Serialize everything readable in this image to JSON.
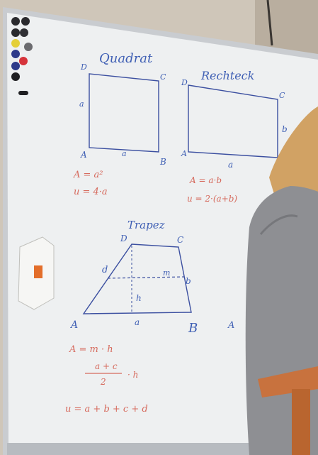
{
  "board": {
    "square": {
      "title": "Quadrat",
      "corner_tl": "D",
      "corner_tr": "C",
      "corner_bl": "A",
      "corner_br": "B",
      "side_left": "a",
      "side_bottom": "a",
      "formula_area": "A = a²",
      "formula_perimeter": "u = 4·a"
    },
    "rectangle": {
      "title": "Rechteck",
      "corner_tl": "D",
      "corner_tr": "C",
      "corner_bl": "A",
      "side_right": "b",
      "side_bottom": "a",
      "formula_area": "A = a·b",
      "formula_perimeter": "u = 2·(a+b)"
    },
    "trapezoid": {
      "title": "Trapez",
      "corner_tl": "D",
      "corner_tr": "C",
      "corner_bl": "A",
      "corner_br": "B",
      "side_bottom": "a",
      "side_left": "d",
      "side_right": "b",
      "midline": "m",
      "height": "h",
      "formula_area": "A = m · h",
      "formula_fraction_top": "a + c",
      "formula_fraction_bottom": "2",
      "formula_fraction_tail": "· h",
      "formula_perimeter": "u = a + b + c + d",
      "stray_letter": "A"
    }
  },
  "colors": {
    "wall": "#cfc6b9",
    "board": "#eef0f1",
    "frame": "#c9ccd0",
    "marker_blue": "#3f5fb4",
    "marker_red": "#d66a5d",
    "sweater": "#8e8f93",
    "hair": "#d1a264",
    "chair": "#c8723e"
  }
}
